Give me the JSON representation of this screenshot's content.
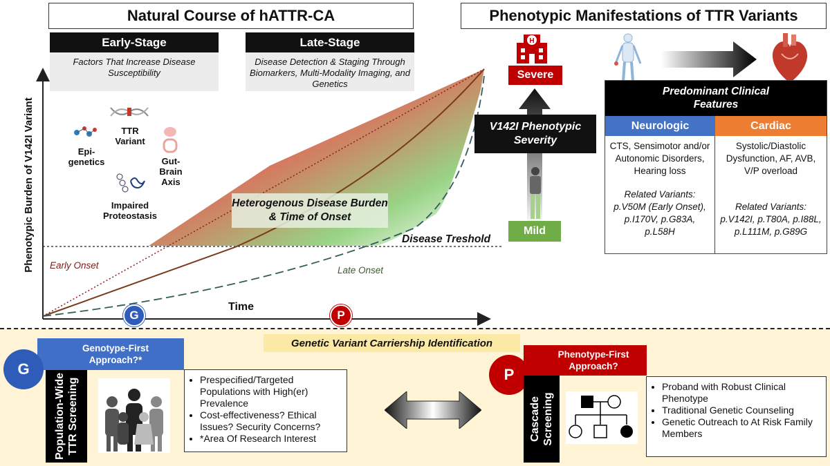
{
  "left_title": "Natural Course of hATTR-CA",
  "right_title": "Phenotypic Manifestations of TTR Variants",
  "early_stage": {
    "title": "Early-Stage",
    "text": "Factors That Increase Disease Susceptibility"
  },
  "late_stage": {
    "title": "Late-Stage",
    "text": "Disease Detection & Staging Through Biomarkers, Multi-Modality Imaging, and Genetics"
  },
  "factors": {
    "epigenetics": "Epi-genetics",
    "ttr_variant": "TTR Variant",
    "gut_brain": "Gut-Brain Axis",
    "proteostasis": "Impaired Proteostasis"
  },
  "chart": {
    "ylabel": "Phenotypic Burden of V142I Variant",
    "xlabel": "Time",
    "heterogenous": "Heterogenous Disease Burden & Time of Onset",
    "threshold": "Disease Treshold",
    "early_onset": "Early Onset",
    "late_onset": "Late Onset",
    "g_marker": "G",
    "p_marker": "P"
  },
  "severity": {
    "severe": "Severe",
    "label": "V142I Phenotypic Severity",
    "mild": "Mild"
  },
  "features": {
    "title": "Predominant Clinical Features",
    "neurologic_header": "Neurologic",
    "cardiac_header": "Cardiac",
    "neurologic_text": "CTS, Sensimotor and/or Autonomic Disorders, Hearing loss",
    "cardiac_text": "Systolic/Diastolic Dysfunction, AF, AVB, V/P overload",
    "neurologic_variants": "Related Variants: p.V50M (Early Onset), p.I170V, p.G83A, p.L58H",
    "cardiac_variants": "Related Variants: p.V142I, p.T80A, p.I88L, p.L111M, p.G89G"
  },
  "bottom": {
    "banner": "Genetic Variant Carriership Identification",
    "genotype": {
      "circle": "G",
      "title": "Genotype-First Approach?*",
      "side": "Population-Wide TTR Screening",
      "bullets": [
        "Prespecified/Targeted Populations with High(er) Prevalence",
        "Cost-effectiveness? Ethical Issues? Security Concerns?",
        "*Area Of Research Interest"
      ]
    },
    "phenotype": {
      "circle": "P",
      "title": "Phenotype-First Approach?",
      "side": "Cascade Screening",
      "bullets": [
        "Proband with Robust Clinical Phenotype",
        "Traditional Genetic Counseling",
        "Genetic Outreach to At Risk Family Members"
      ]
    }
  },
  "colors": {
    "neurologic": "#4472c4",
    "cardiac": "#ed7d31",
    "severe": "#c00000",
    "mild": "#70ad47",
    "g_circle": "#2e5cb8",
    "p_circle": "#c00000",
    "genotype_head": "#3f6fc6",
    "phenotype_head": "#c00000",
    "bottom_band": "#fff5d6",
    "banner": "#fde9a6"
  }
}
